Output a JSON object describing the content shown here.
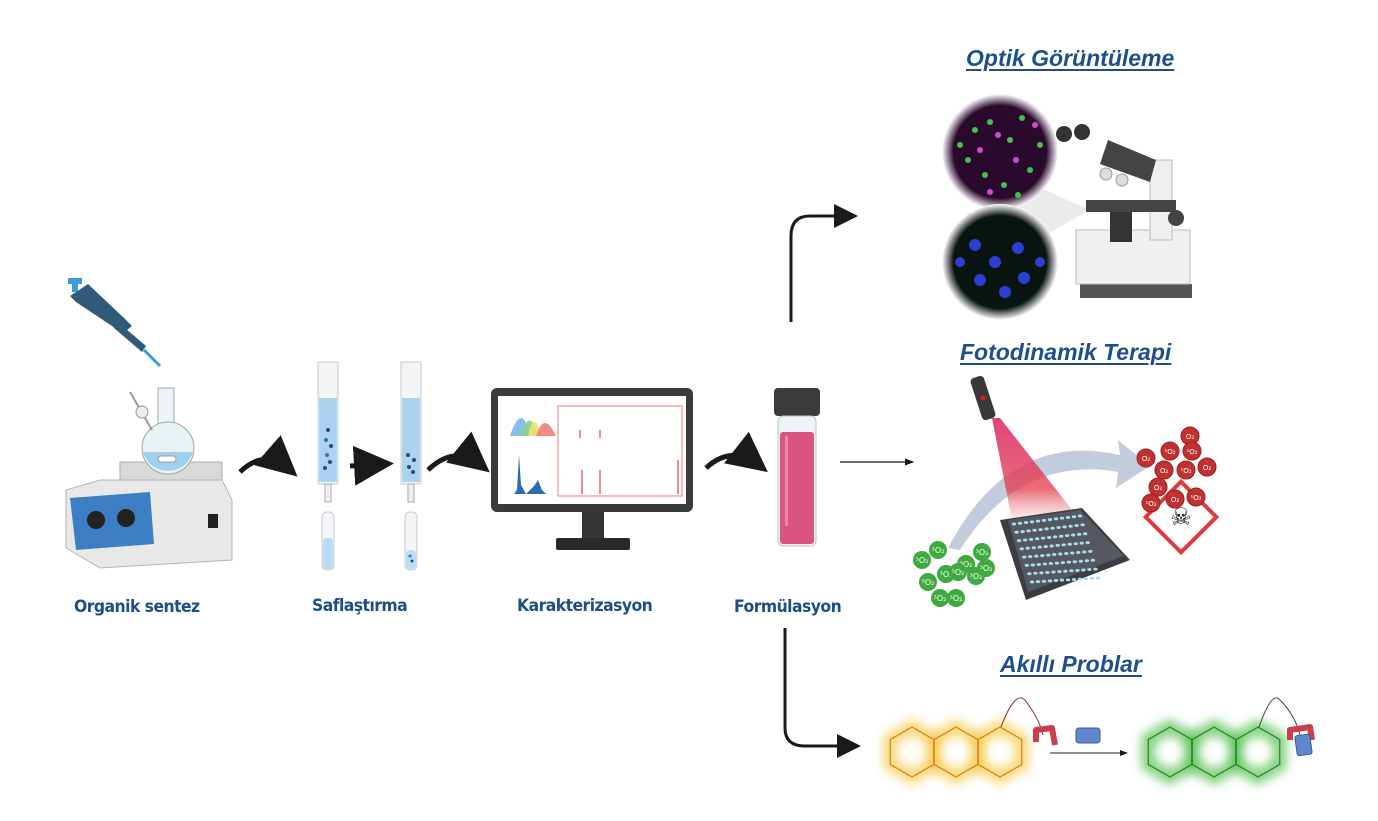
{
  "workflow": {
    "steps": [
      {
        "label": "Organik sentez",
        "icon": "hotplate-stirrer-flask-icon"
      },
      {
        "label": "Saflaştırma",
        "icon": "chromatography-column-icon"
      },
      {
        "label": "Karakterizasyon",
        "icon": "monitor-spectra-icon"
      },
      {
        "label": "Formülasyon",
        "icon": "pink-vial-icon"
      }
    ]
  },
  "applications": {
    "optical_imaging": {
      "title": "Optik Görüntüleme"
    },
    "photodynamic_therapy": {
      "title": "Fotodinamik Terapi",
      "triplet_oxygen_label": "³O₂",
      "singlet_oxygen_label": "¹O₂",
      "oxygen_label": "O₂"
    },
    "smart_probes": {
      "title": "Akıllı Problar"
    }
  },
  "colors": {
    "label_blue": "#1f4e85",
    "title_blue": "#1c4f8c",
    "arrow": "#1a1a1a",
    "vial_liquid": "#d9557f",
    "triplet_green": "#3faa3f",
    "singlet_red": "#c0312f",
    "probe_yellow": "#f5c842",
    "probe_green": "#4fbf4f"
  }
}
